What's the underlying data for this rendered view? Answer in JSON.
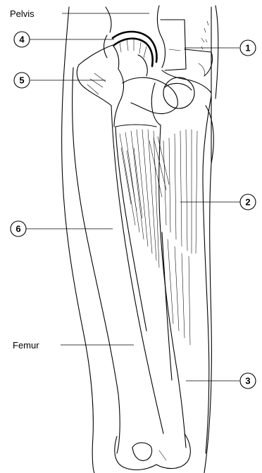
{
  "title_labels": {
    "pelvis": "Pelvis",
    "femur": "Femur"
  },
  "callouts": [
    "1",
    "2",
    "3",
    "4",
    "5",
    "6"
  ],
  "colors": {
    "ink": "#000000",
    "paper": "#ffffff"
  }
}
